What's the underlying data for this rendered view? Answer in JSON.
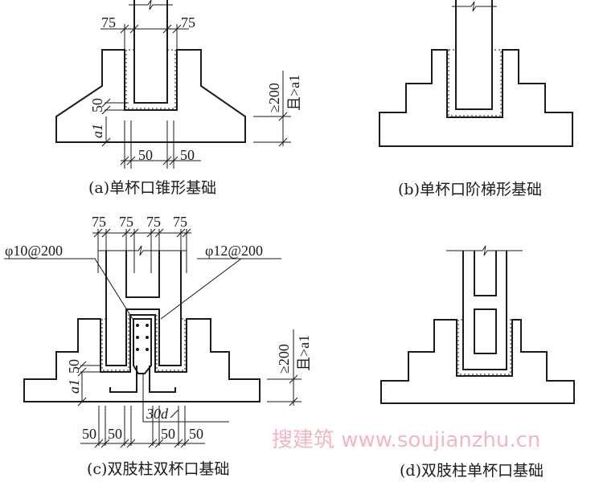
{
  "panels": {
    "a": {
      "caption": "(a)单杯口锥形基础",
      "dims": {
        "left_top": "75",
        "right_top": "75",
        "bottom_left": "50",
        "bottom_right": "50",
        "side_50": "50",
        "side_a1": "a1",
        "height_min": "≥200",
        "height_cond": "且>a1"
      }
    },
    "b": {
      "caption": "(b)单杯口阶梯形基础"
    },
    "c": {
      "caption": "(c)双肢柱双杯口基础",
      "dims": {
        "top": [
          "75",
          "75",
          "75",
          "75"
        ],
        "rebar_left": "φ10@200",
        "rebar_right": "φ12@200",
        "anchor": "30d",
        "bottom": [
          "50",
          "50",
          "50",
          "50"
        ],
        "side_50": "50",
        "side_a1": "a1",
        "height_min": "≥200",
        "height_cond": "且>a1"
      }
    },
    "d": {
      "caption": "(d)双肢柱单杯口基础"
    }
  },
  "watermark": "搜建筑 www.soujianzhu.cn"
}
